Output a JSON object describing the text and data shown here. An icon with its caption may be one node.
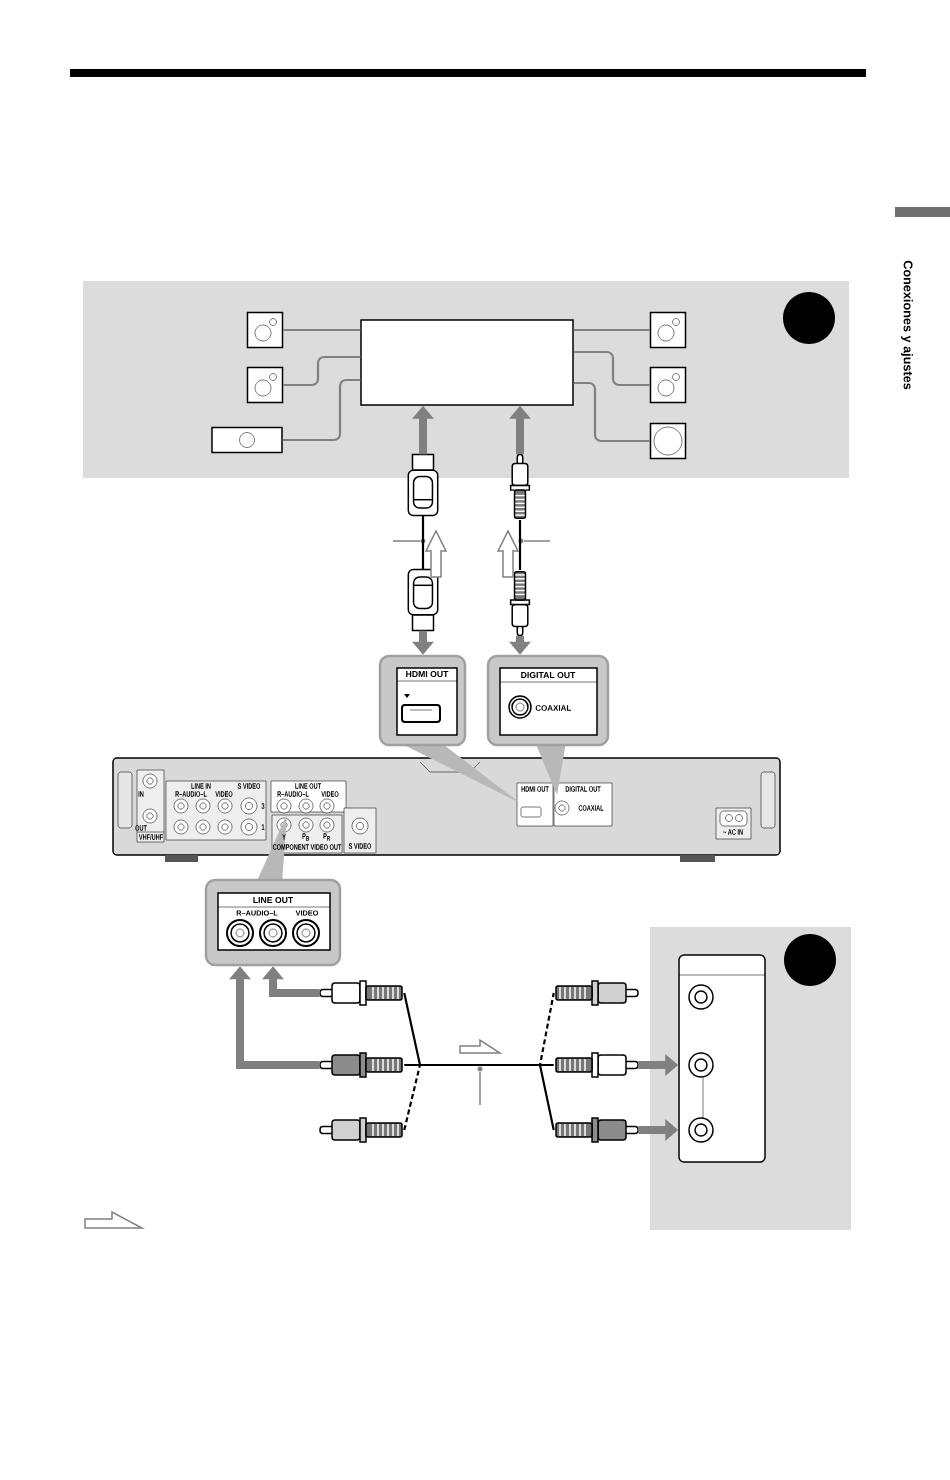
{
  "diagram": {
    "nodes": [
      {
        "text": [],
        "shape": "box"
      },
      {
        "text": [],
        "shape": "speaker"
      },
      {
        "text": [],
        "shape": "speaker"
      },
      {
        "text": [],
        "shape": "speaker"
      },
      {
        "text": [],
        "shape": "speaker"
      },
      {
        "text": [],
        "shape": "speaker"
      },
      {
        "text": [],
        "shape": "speaker"
      },
      {
        "text": [],
        "shape": "plug"
      },
      {
        "text": [],
        "shape": "plug"
      },
      {
        "text": [],
        "shape": "plug"
      },
      {
        "text": [],
        "shape": "plug"
      },
      {
        "text": [
          "HDMI OUT"
        ]
      },
      {
        "text": [
          "DIGITAL OUT",
          "COAXIAL"
        ]
      },
      {
        "text": [
          "LINE OUT",
          "R–AUDIO–L",
          "VIDEO"
        ]
      },
      {
        "text": [],
        "shape": "box"
      },
      {
        "text": [],
        "shape": "plug"
      },
      {
        "text": [],
        "shape": "plug"
      },
      {
        "text": [],
        "shape": "plug"
      },
      {
        "text": [],
        "shape": "plug"
      },
      {
        "text": [],
        "shape": "plug"
      },
      {
        "text": [],
        "shape": "plug"
      }
    ],
    "edges": [
      {
        "from": 0,
        "to": 1,
        "arrow": "none"
      },
      {
        "from": 0,
        "to": 2,
        "arrow": "none"
      },
      {
        "from": 0,
        "to": 3,
        "arrow": "none"
      },
      {
        "from": 0,
        "to": 4,
        "arrow": "none"
      },
      {
        "from": 0,
        "to": 5,
        "arrow": "none"
      },
      {
        "from": 0,
        "to": 6,
        "arrow": "none"
      },
      {
        "from": 7,
        "to": 0,
        "arrow": "to",
        "style": "thick"
      },
      {
        "from": 8,
        "to": 0,
        "arrow": "to",
        "style": "thick"
      },
      {
        "from": 9,
        "to": 7,
        "arrow": "none",
        "color": "#000000"
      },
      {
        "from": 10,
        "to": 8,
        "arrow": "none",
        "color": "#000000"
      },
      {
        "from": 9,
        "to": 11,
        "arrow": "to",
        "style": "thick"
      },
      {
        "from": 10,
        "to": 12,
        "arrow": "to",
        "style": "thick"
      },
      {
        "from": 16,
        "to": 13,
        "arrow": "to",
        "style": "thick"
      },
      {
        "from": 15,
        "to": 13,
        "arrow": "to",
        "style": "thick"
      },
      {
        "from": 15,
        "to": 19,
        "arrow": "none",
        "color": "#000000"
      },
      {
        "from": 16,
        "to": 20,
        "arrow": "none",
        "color": "#000000"
      },
      {
        "from": 17,
        "to": 18,
        "arrow": "none",
        "style": "dashed",
        "color": "#000000"
      },
      {
        "from": 19,
        "to": 14,
        "arrow": "to",
        "style": "thick"
      },
      {
        "from": 20,
        "to": 14,
        "arrow": "to",
        "style": "thick"
      }
    ],
    "labels": [
      "Conexiones y ajustes",
      "LINE IN",
      "S VIDEO",
      "LINE OUT",
      "HDMI OUT",
      "DIGITAL OUT",
      "IN",
      "R–AUDIO–L",
      "VIDEO",
      "R–AUDIO–L",
      "VIDEO",
      "3",
      "COAXIAL",
      "OUT",
      "1",
      "~ AC IN",
      "VHF/UHF",
      "Y",
      "P$_{B}$",
      "P$_{R}$",
      "COMPONENT VIDEO OUT",
      "S VIDEO"
    ]
  }
}
